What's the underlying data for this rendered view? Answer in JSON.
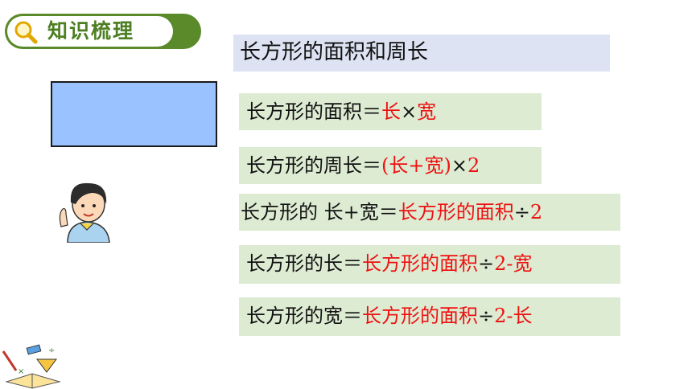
{
  "header": {
    "badge_label": "知识梳理",
    "badge_icon": "magnifier-icon"
  },
  "section_title": "长方形的面积和周长",
  "colors": {
    "accent_green": "#5a8a2a",
    "rect_fill": "#99c2ff",
    "formula_bg": "#dcebd2",
    "title_bg": "#dde3f3",
    "highlight_red": "#ee1111"
  },
  "formulas": [
    {
      "lhs": "长方形的面积＝",
      "rhs_red_1": "长",
      "op": "×",
      "rhs_red_2": "宽"
    },
    {
      "lhs": "长方形的周长＝",
      "rhs_red": "(长+宽)",
      "op": "×",
      "rhs_red_2": "2"
    },
    {
      "lhs": "长方形的 长+宽＝",
      "rhs_red": "长方形的面积",
      "op": "÷",
      "rhs_red_2": "2"
    },
    {
      "lhs": "长方形的长＝",
      "rhs_red": "长方形的面积",
      "op": "÷",
      "rhs_red_2": "2-宽"
    },
    {
      "lhs": "长方形的宽＝",
      "rhs_red": "长方形的面积",
      "op": "÷",
      "rhs_red_2": "2-长"
    }
  ]
}
